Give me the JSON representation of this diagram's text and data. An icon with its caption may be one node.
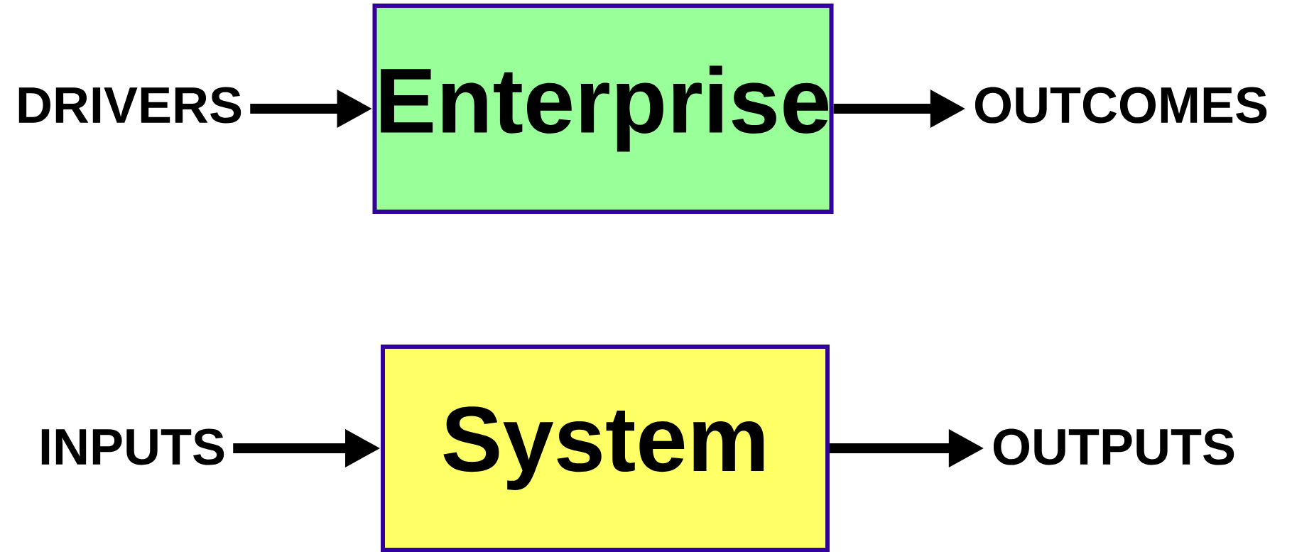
{
  "diagram": {
    "nodes": [
      {
        "text": [
          "DRIVERS"
        ]
      },
      {
        "text": [
          "Enterprise"
        ]
      },
      {
        "text": [
          "OUTCOMES"
        ]
      },
      {
        "text": [
          "INPUTS"
        ]
      },
      {
        "text": [
          "System"
        ]
      },
      {
        "text": [
          "OUTPUTS"
        ]
      }
    ],
    "edges": [
      {
        "from": 0,
        "to": 1,
        "arrow": "to"
      },
      {
        "from": 1,
        "to": 2,
        "arrow": "to"
      },
      {
        "from": 3,
        "to": 4,
        "arrow": "to"
      },
      {
        "from": 4,
        "to": 5,
        "arrow": "to"
      }
    ]
  }
}
